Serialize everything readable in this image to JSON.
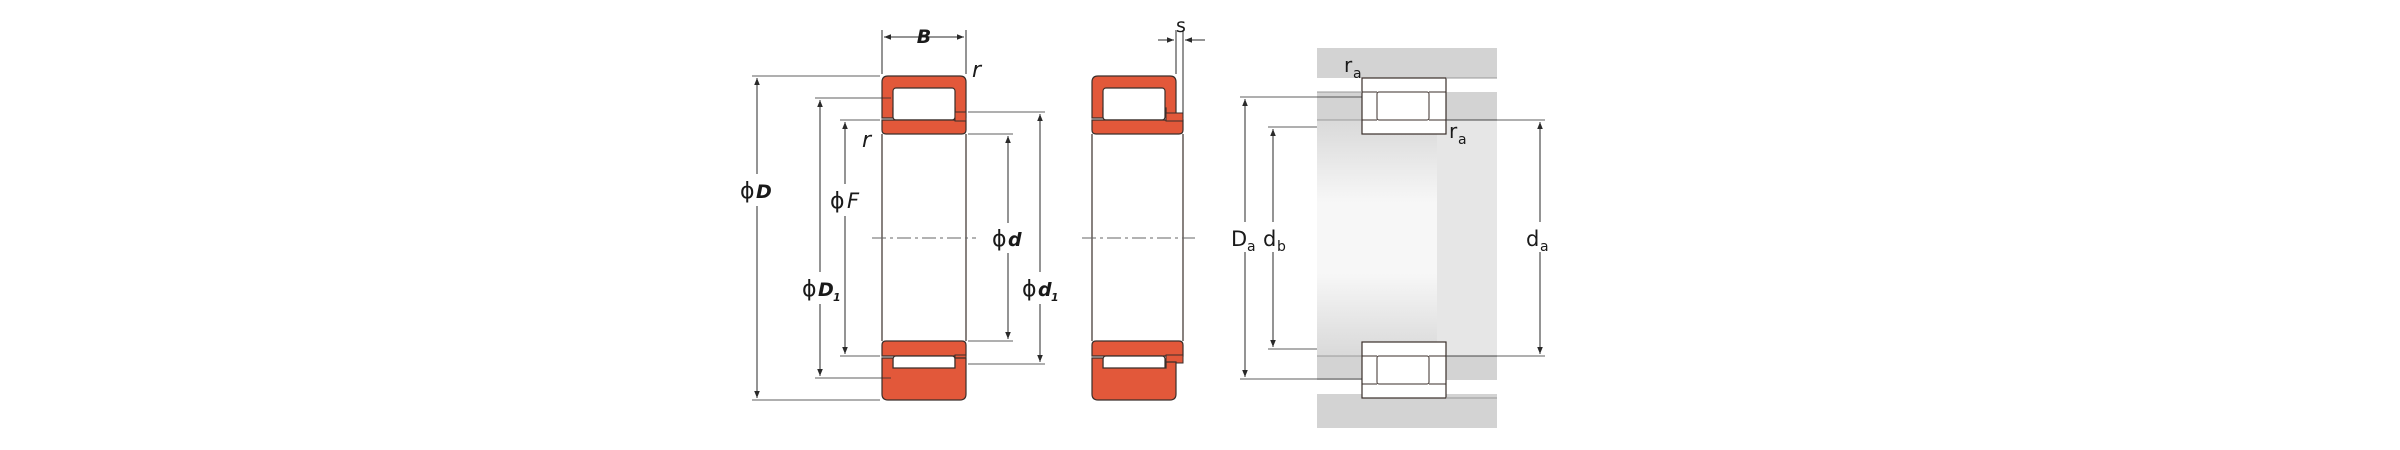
{
  "colors": {
    "ring_fill": "#e2583a",
    "ring_stroke": "#3a2e2a",
    "dim_line": "#2a2a2a",
    "housing_grey": "#d3d3d3",
    "shaft_light": "#f3f3f3"
  },
  "views": {
    "cross_section": {
      "labels": {
        "width": "B",
        "radius_top": "r",
        "radius_inner": "r",
        "outer_dia_symbol": "ϕ",
        "outer_dia": "D",
        "flange_dia_symbol": "ϕ",
        "flange_dia": "F",
        "bore_symbol": "ϕ",
        "bore": "d",
        "outer_raceway_symbol": "ϕ",
        "outer_raceway": "D",
        "outer_raceway_sub": "1",
        "inner_raceway_symbol": "ϕ",
        "inner_raceway": "d",
        "inner_raceway_sub": "1"
      }
    },
    "side_view": {
      "labels": {
        "axial_displacement": "s"
      }
    },
    "mounting": {
      "labels": {
        "housing_radius": "r",
        "housing_radius_sub": "a",
        "shaft_radius": "r",
        "shaft_radius_sub": "a",
        "housing_abutment": "D",
        "housing_abutment_sub": "a",
        "shaft_abutment": "d",
        "shaft_abutment_sub": "b",
        "shaft_shoulder": "d",
        "shaft_shoulder_sub": "a"
      }
    }
  }
}
